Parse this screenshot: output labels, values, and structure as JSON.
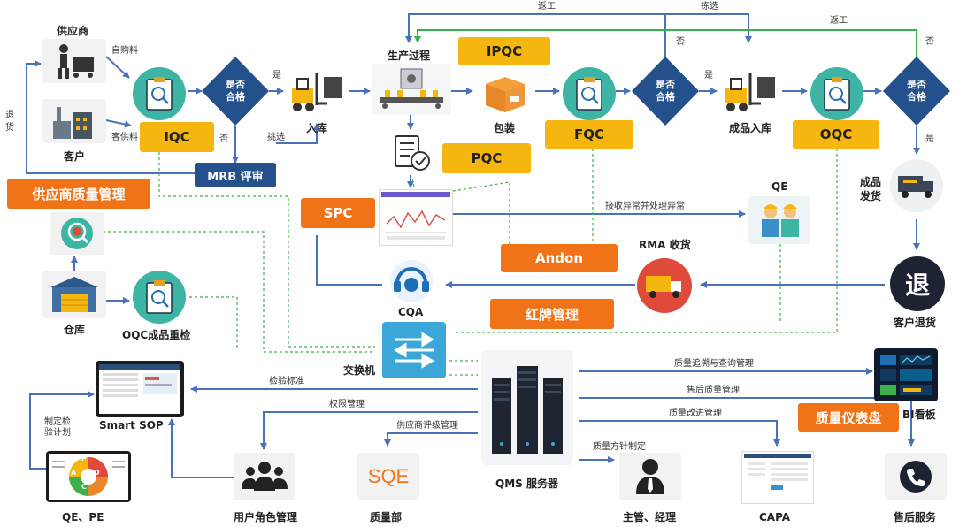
{
  "nodes": {
    "supplier": "供应商",
    "customer": "客户",
    "production": "生产过程",
    "warehouse_in": "入库",
    "packaging": "包装",
    "finished_in": "成品入库",
    "ship": "成品\n发货",
    "return_cust": "客户退货",
    "qe": "QE",
    "rma": "RMA 收货",
    "cqa": "CQA",
    "switch": "交换机",
    "warehouse": "仓库",
    "oqc_recheck": "OQC成品重检",
    "smart_sop": "Smart SOP",
    "qe_pe": "QE、PE",
    "user_role": "用户角色管理",
    "quality_dept": "质量部",
    "qms_server": "QMS 服务器",
    "manager": "主管、经理",
    "capa": "CAPA",
    "bi": "BI看板",
    "after_sales": "售后服务",
    "return_char": "退",
    "sqe_text": "SQE"
  },
  "tags": {
    "iqc": "IQC",
    "ipqc": "IPQC",
    "pqc": "PQC",
    "fqc": "FQC",
    "oqc": "OQC",
    "mrb": "MRB 评审",
    "supplier_qm": "供应商质量管理",
    "spc": "SPC",
    "andon": "Andon",
    "red_card": "红牌管理",
    "dashboard": "质量仪表盘"
  },
  "decisions": {
    "d1": "是否\n合格",
    "d2": "是否\n合格",
    "d3": "是否\n合格"
  },
  "edges": {
    "self_purchase": "自购料",
    "cust_supply": "客供料",
    "return_goods": "退\n货",
    "yes1": "是",
    "no1": "否",
    "pick": "挑选",
    "rework1": "返工",
    "pick2": "拣选",
    "rework2": "返工",
    "no2": "否",
    "no3": "否",
    "yes2": "是",
    "yes3": "是",
    "receive_exception": "接收异常并处理异常",
    "inspect_std": "检验标准",
    "permission": "权限管理",
    "supplier_rating": "供应商评级管理",
    "trace_query": "质量追溯与查询管理",
    "after_sales_mgmt": "售后质量管理",
    "improvement": "质量改进管理",
    "policy": "质量方针制定",
    "plan": "制定检\n验计划"
  },
  "pdca": {
    "p": "P",
    "a": "A",
    "c": "C",
    "d": "D"
  },
  "colors": {
    "teal": "#3eb5a4",
    "navy": "#24508c",
    "yellow": "#f5b60f",
    "orange": "#f07318",
    "arrow": "#4a72b8",
    "green": "#3cb04a"
  }
}
